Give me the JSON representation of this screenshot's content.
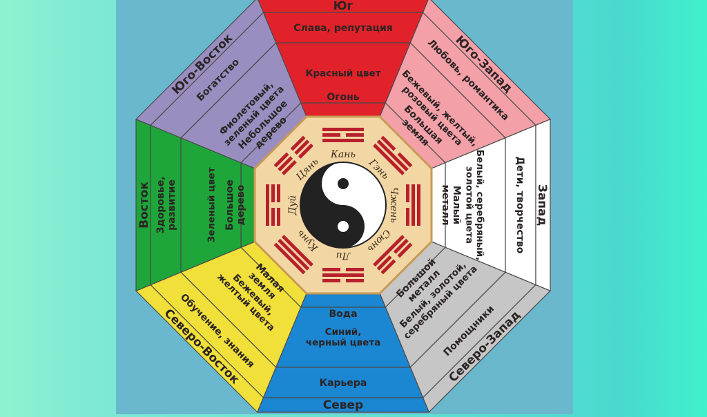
{
  "colors": {
    "panel_bg": "#6ab8cd",
    "center_bg": "#f2d7a4",
    "center_border": "#c89a54",
    "trigram": "#b7202c",
    "yin": "#222222",
    "yang": "#ffffff",
    "outline": "#4a4a4a"
  },
  "sectors": [
    {
      "id": "south",
      "name": "Юг",
      "color": "#e2222a",
      "texts": [
        "Юг",
        "Слава, репутация",
        "Красный цвет",
        "Огонь"
      ]
    },
    {
      "id": "southwest",
      "name": "Юго-Запад",
      "color": "#f4a0a8",
      "texts": [
        "Юго-Запад",
        "Любовь, романтика",
        "Бежевый, желтый,\nрозовый цвета",
        "Большая\nземля"
      ]
    },
    {
      "id": "west",
      "name": "Запад",
      "color": "#ffffff",
      "texts": [
        "Запад",
        "Дети, творчество",
        "Белый, серебряный,\nзолотой цвета",
        "Малый\nметалл"
      ]
    },
    {
      "id": "northwest",
      "name": "Северо-Запад",
      "color": "#c6c6c6",
      "texts": [
        "Северо-Запад",
        "Помощники",
        "Белый, золотой,\nсеребряный цвета",
        "Большой\nметалл"
      ]
    },
    {
      "id": "north",
      "name": "Север",
      "color": "#1b86d2",
      "texts": [
        "Север",
        "Карьера",
        "Синий,\nчерный цвета",
        "Вода"
      ]
    },
    {
      "id": "northeast",
      "name": "Северо-Восток",
      "color": "#f2e03a",
      "texts": [
        "Северо-Восток",
        "Обучение, знания",
        "Бежевый,\nжелтый цвета",
        "Малая\nземля"
      ]
    },
    {
      "id": "east",
      "name": "Восток",
      "color": "#1ea63a",
      "texts": [
        "Восток",
        "Здоровье,\nразвитие",
        "Зеленый цвет",
        "Большое\nдерево"
      ]
    },
    {
      "id": "southeast",
      "name": "Юго-Восток",
      "color": "#9a8ec0",
      "texts": [
        "Юго-Восток",
        "Богатство",
        "Фиолетовый,\nзеленый цвета",
        "Небольшое\nдерево"
      ]
    }
  ],
  "trigrams": [
    {
      "name": "Кань",
      "lines": [
        0,
        1,
        0
      ]
    },
    {
      "name": "Гэнь",
      "lines": [
        1,
        0,
        0
      ]
    },
    {
      "name": "Чжень",
      "lines": [
        0,
        0,
        1
      ]
    },
    {
      "name": "Сюнь",
      "lines": [
        1,
        1,
        0
      ]
    },
    {
      "name": "Ли",
      "lines": [
        1,
        0,
        1
      ]
    },
    {
      "name": "Кунь",
      "lines": [
        0,
        0,
        0
      ]
    },
    {
      "name": "Дуй",
      "lines": [
        0,
        1,
        1
      ]
    },
    {
      "name": "Цянь",
      "lines": [
        1,
        1,
        1
      ]
    }
  ]
}
